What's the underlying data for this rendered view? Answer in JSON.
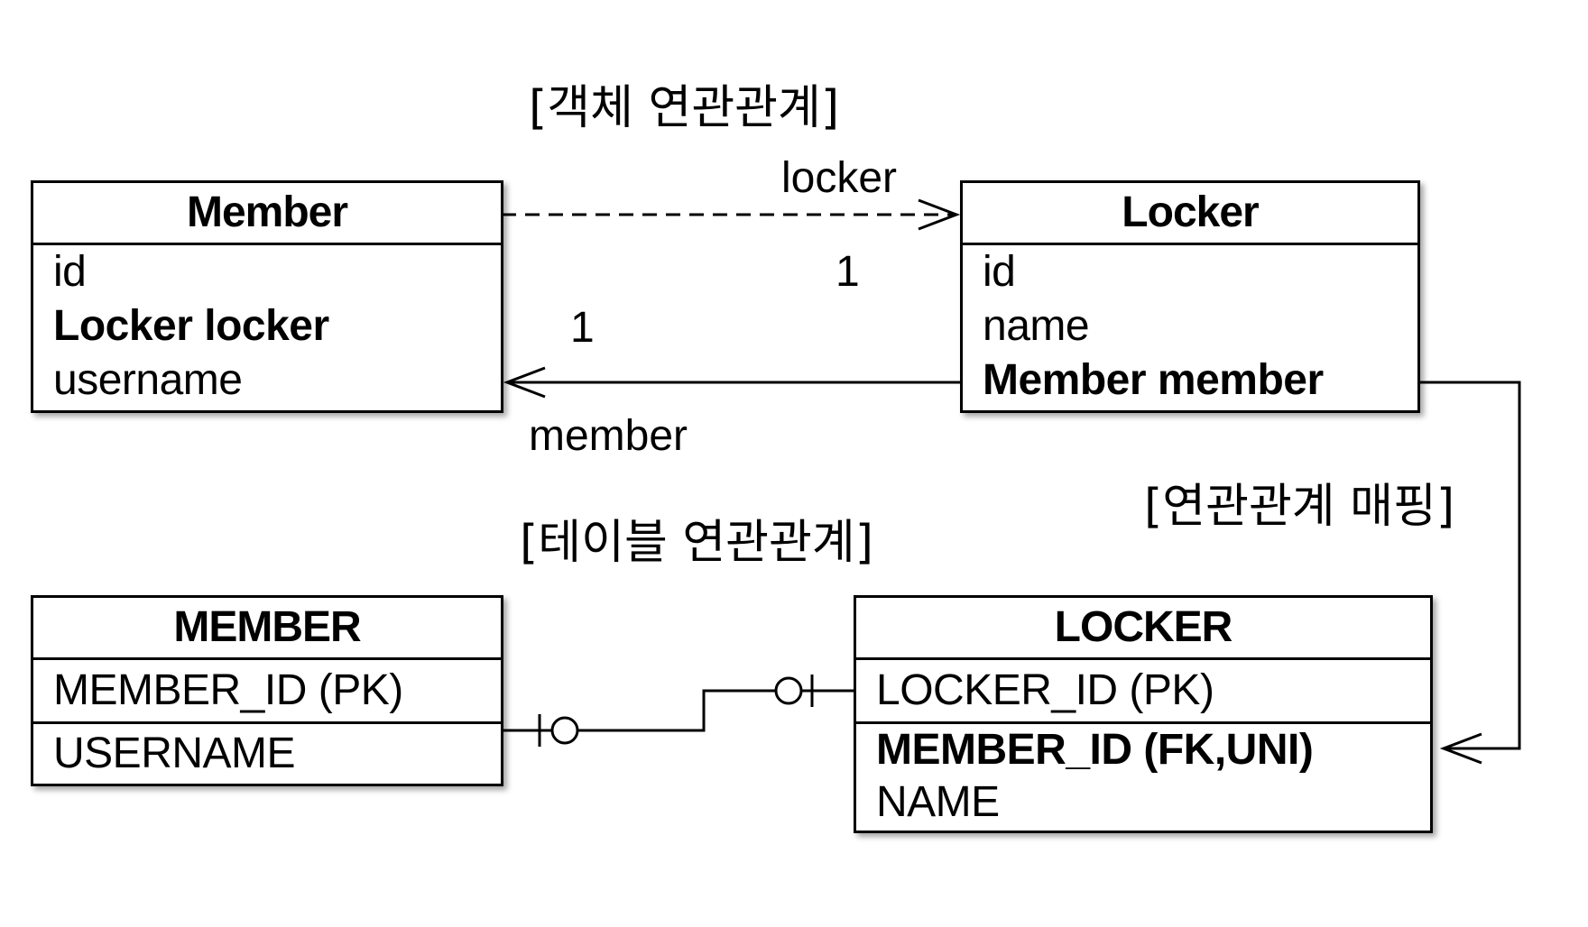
{
  "titles": {
    "object_relation": "[객체 연관관계]",
    "table_relation": "[테이블 연관관계]",
    "mapping": "[연관관계 매핑]"
  },
  "entities": {
    "member": {
      "name": "Member",
      "fields": [
        "id",
        "Locker locker",
        "username"
      ],
      "bold_field": "Locker locker"
    },
    "locker": {
      "name": "Locker",
      "fields": [
        "id",
        "name",
        "Member member"
      ],
      "bold_field": "Member member"
    }
  },
  "tables": {
    "member": {
      "name": "MEMBER",
      "pk": "MEMBER_ID (PK)",
      "columns": [
        "USERNAME"
      ]
    },
    "locker": {
      "name": "LOCKER",
      "pk": "LOCKER_ID (PK)",
      "fk": "MEMBER_ID (FK,UNI)",
      "columns": [
        "NAME"
      ]
    }
  },
  "edges": {
    "member_to_locker": {
      "role": "locker",
      "multiplicity": "1",
      "style": "dashed"
    },
    "locker_to_member": {
      "role": "member",
      "multiplicity": "1",
      "style": "solid"
    }
  }
}
